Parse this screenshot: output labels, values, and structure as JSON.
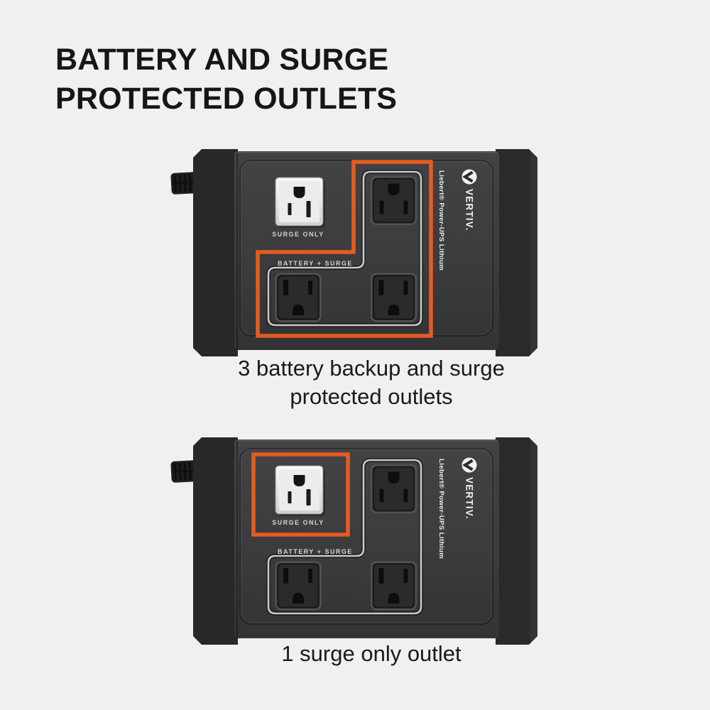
{
  "background_color": "#f0f0f0",
  "accent_color": "#e55d1e",
  "title": {
    "line1": "BATTERY AND SURGE",
    "line2": "PROTECTED OUTLETS"
  },
  "device": {
    "brand": "VERTIV.",
    "product": "Liebert® Power-UPS Lithium",
    "surge_only_label": "SURGE ONLY",
    "battery_surge_label": "BATTERY + SURGE"
  },
  "figures": [
    {
      "caption": [
        "3 battery backup and surge",
        "protected outlets"
      ]
    },
    {
      "caption": [
        "1 surge only outlet"
      ]
    }
  ]
}
